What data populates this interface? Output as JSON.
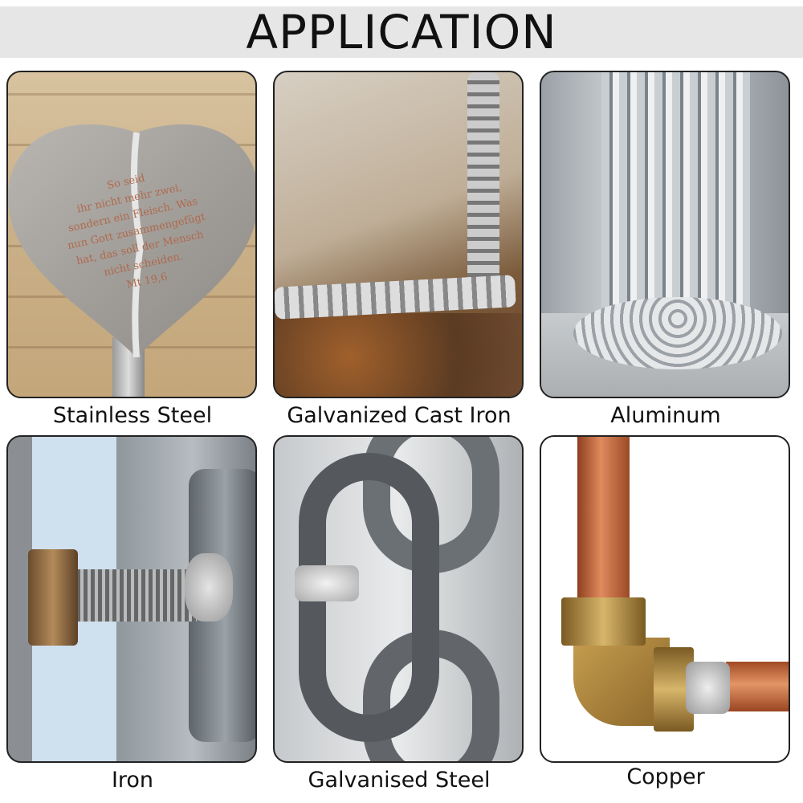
{
  "header": {
    "title": "APPLICATION"
  },
  "tiles": [
    {
      "label": "Stainless Steel",
      "inscription": [
        "So seid",
        "ihr nicht mehr  zwei,",
        "sondern ein  Fleisch. Was",
        "nun Gott  zusammengefügt",
        "hat, das  soll der Mensch",
        "nicht scheiden.",
        "Mt 19,6"
      ]
    },
    {
      "label": "Galvanized Cast Iron"
    },
    {
      "label": "Aluminum"
    },
    {
      "label": "Iron"
    },
    {
      "label": "Galvanised Steel"
    },
    {
      "label": "Copper"
    }
  ]
}
